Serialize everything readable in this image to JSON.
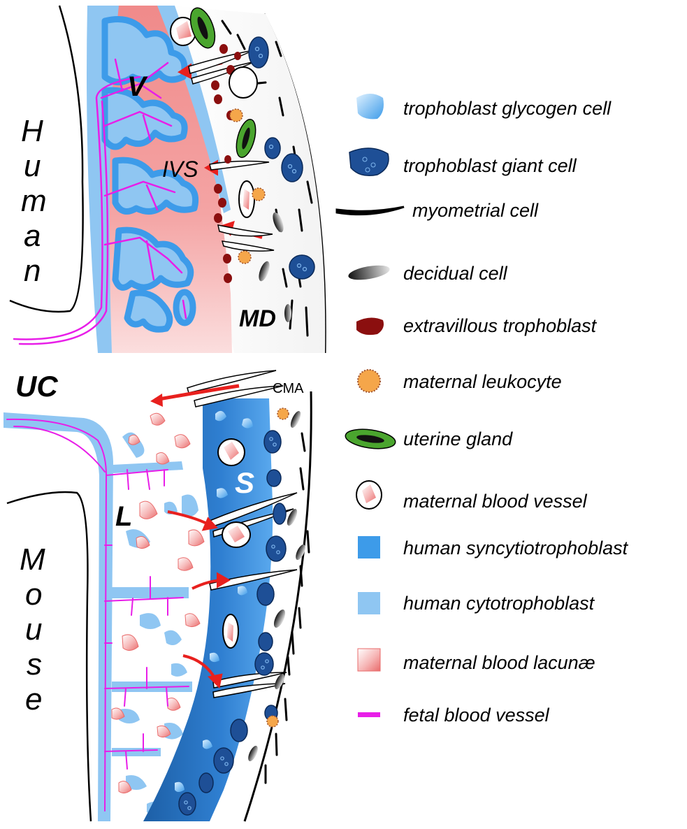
{
  "labels": {
    "human_side": [
      "H",
      "u",
      "m",
      "a",
      "n"
    ],
    "mouse_side": [
      "M",
      "o",
      "u",
      "s",
      "e"
    ],
    "villi": "V",
    "ivs": "IVS",
    "md": "MD",
    "uc": "UC",
    "cma": "CMA",
    "labyrinth": "L",
    "spongiotrophoblast": "S"
  },
  "legend": [
    {
      "icon": "trophoblast-glycogen-cell-icon",
      "label": "trophoblast glycogen cell"
    },
    {
      "icon": "trophoblast-giant-cell-icon",
      "label": "trophoblast giant cell"
    },
    {
      "icon": "myometrial-cell-icon",
      "label": "myometrial cell"
    },
    {
      "icon": "decidual-cell-icon",
      "label": "decidual cell"
    },
    {
      "icon": "extravillous-trophoblast-icon",
      "label": "extravillous trophoblast"
    },
    {
      "icon": "maternal-leukocyte-icon",
      "label": "maternal leukocyte"
    },
    {
      "icon": "uterine-gland-icon",
      "label": "uterine gland"
    },
    {
      "icon": "maternal-blood-vessel-icon",
      "label": "maternal blood vessel"
    },
    {
      "icon": "human-syncytiotrophoblast-icon",
      "label": "human syncytiotrophoblast"
    },
    {
      "icon": "human-cytotrophoblast-icon",
      "label": "human cytotrophoblast"
    },
    {
      "icon": "maternal-blood-lacunae-icon",
      "label": "maternal blood lacunæ"
    },
    {
      "icon": "fetal-blood-vessel-icon",
      "label": "fetal blood vessel"
    }
  ],
  "colors": {
    "syncytiotrophoblast": "#3d9be9",
    "cytotrophoblast": "#8fc6f2",
    "lacunae": "#f08c8c",
    "fetal_vessel": "#e81ee8",
    "giant_cell": "#1e4f96",
    "evt": "#8b0f0f",
    "leukocyte": "#f5a64a",
    "gland": "#4aa52e",
    "arrow": "#e8201e"
  }
}
